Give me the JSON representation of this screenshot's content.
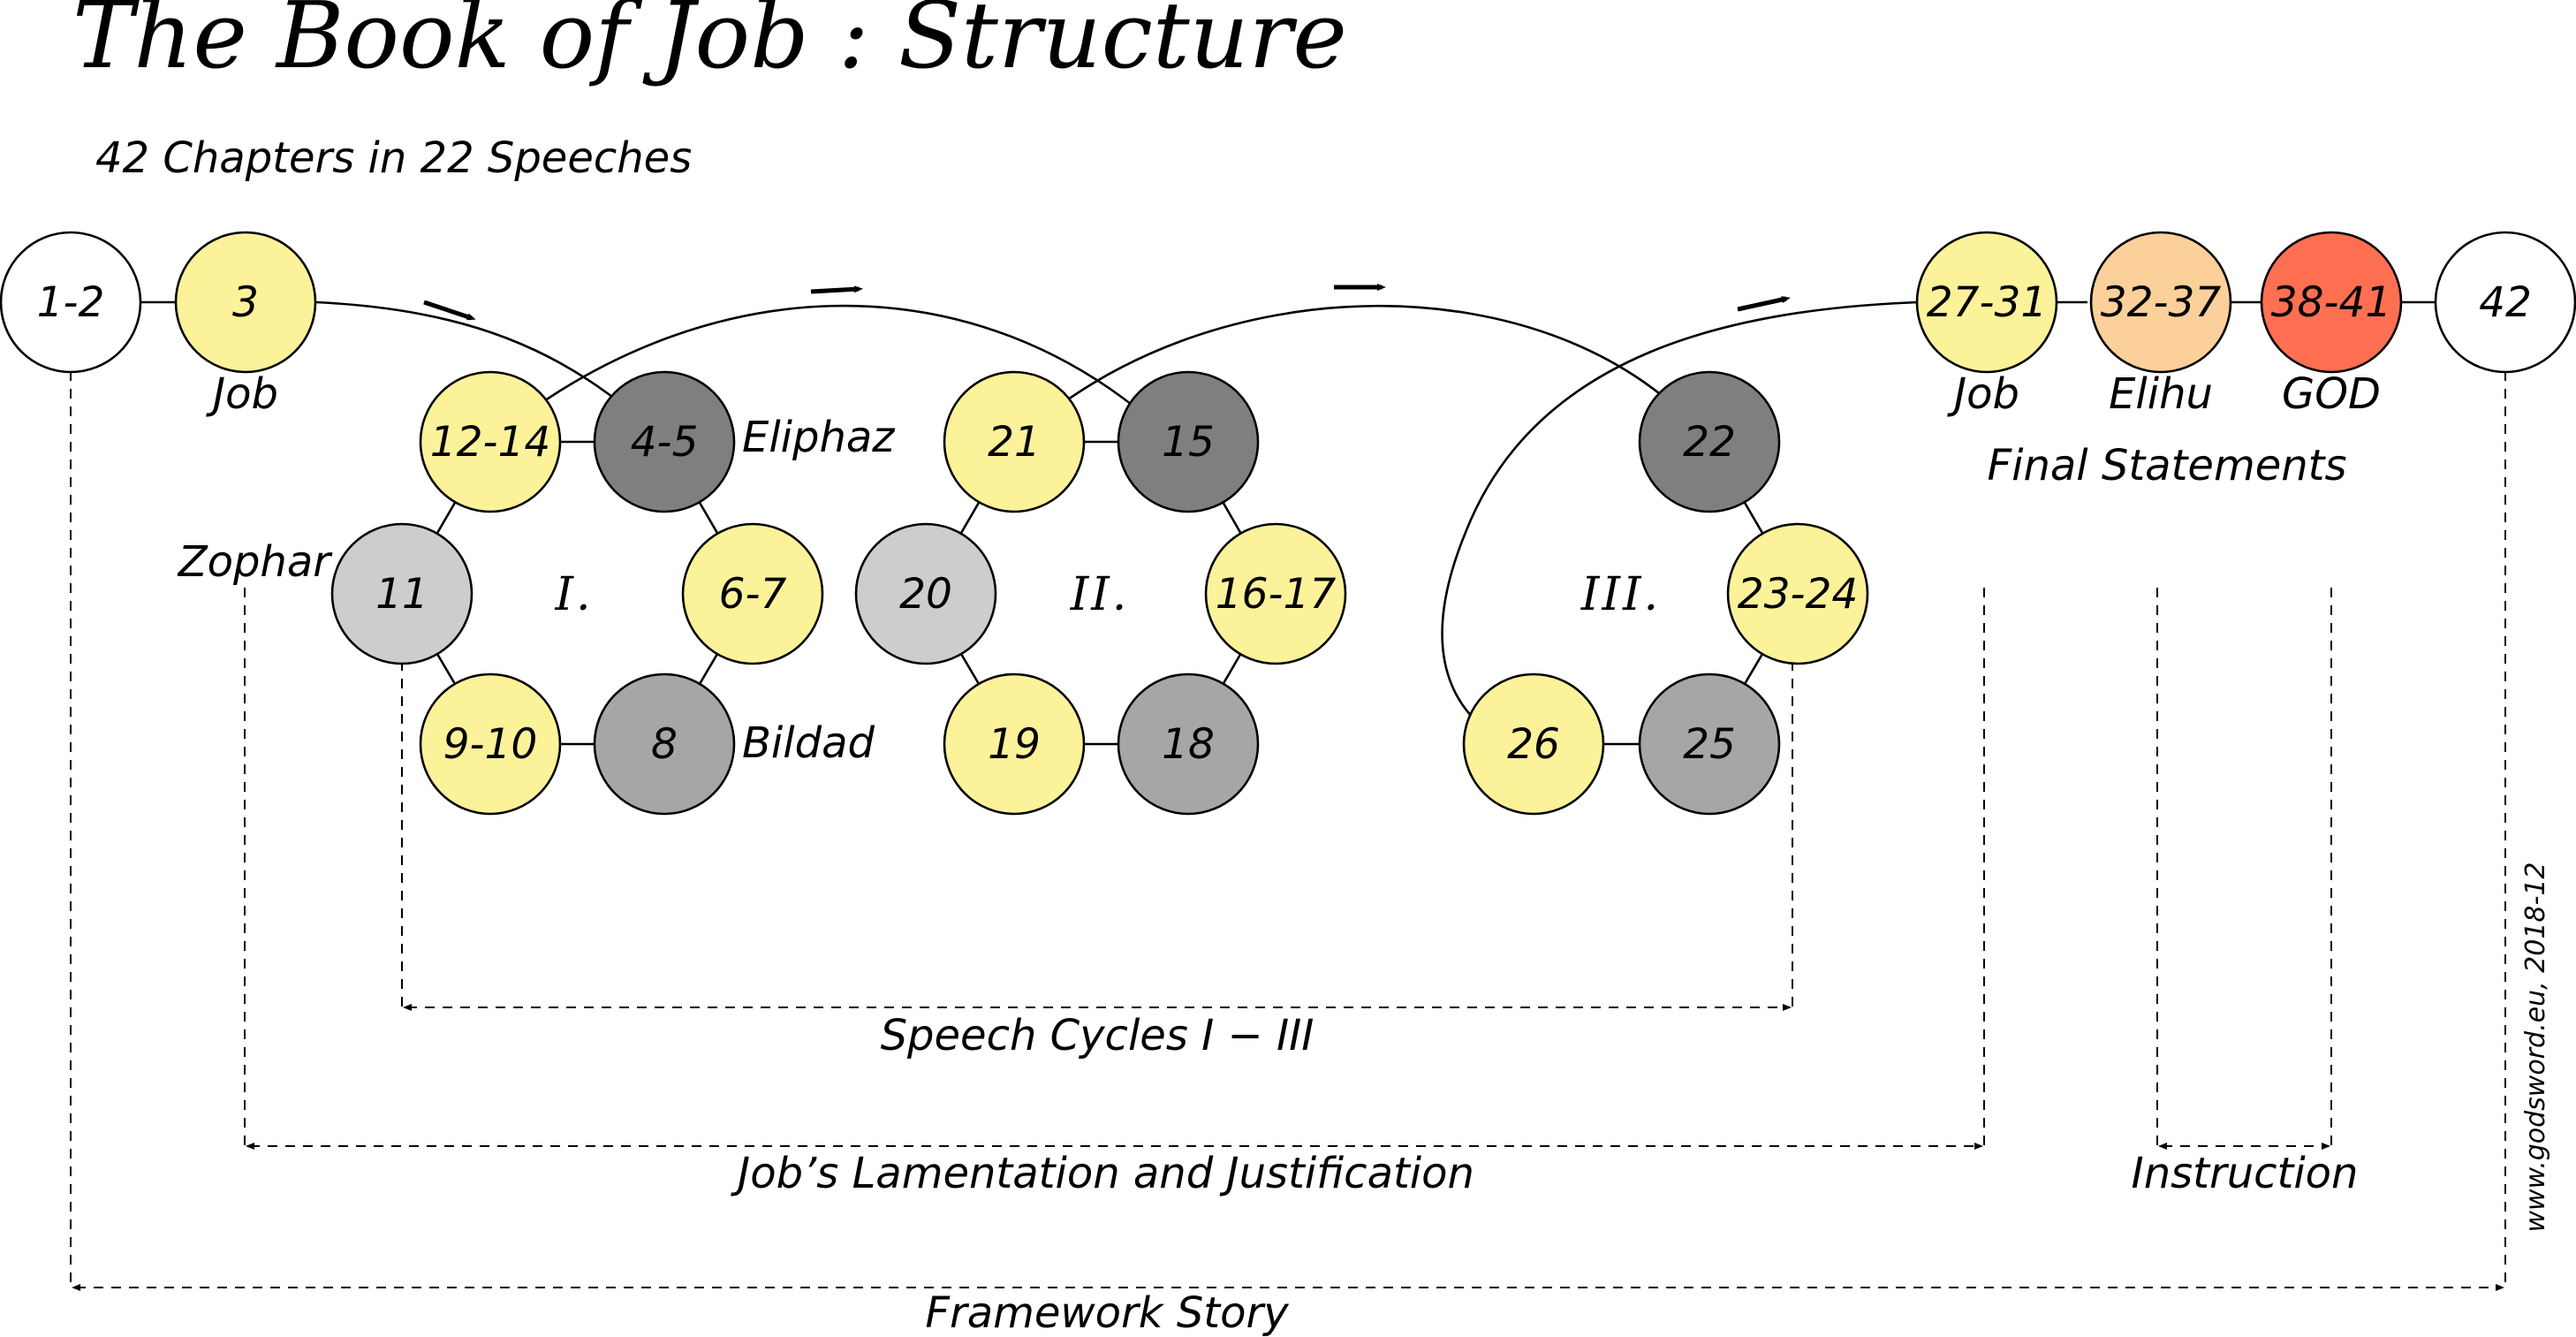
{
  "title": "The Book of Job : Structure",
  "subtitle": "42 Chapters in 22 Speeches",
  "credit": "www.godsword.eu, 2018-12",
  "colors": {
    "job": "#fbf29a",
    "eliphaz": "#7f7f7f",
    "bildad": "#a6a6a6",
    "zophar": "#cdcdcd",
    "elihu": "#fcd09a",
    "god": "#ff6f52",
    "framework": "#ffffff"
  },
  "nodes": [
    {
      "id": "n1-2",
      "label": "1-2",
      "fill": "framework"
    },
    {
      "id": "n3",
      "label": "3",
      "fill": "job"
    },
    {
      "id": "n4-5",
      "label": "4-5",
      "fill": "eliphaz"
    },
    {
      "id": "n6-7",
      "label": "6-7",
      "fill": "job"
    },
    {
      "id": "n8",
      "label": "8",
      "fill": "bildad"
    },
    {
      "id": "n9-10",
      "label": "9-10",
      "fill": "job"
    },
    {
      "id": "n11",
      "label": "11",
      "fill": "zophar"
    },
    {
      "id": "n12-14",
      "label": "12-14",
      "fill": "job"
    },
    {
      "id": "n15",
      "label": "15",
      "fill": "eliphaz"
    },
    {
      "id": "n16-17",
      "label": "16-17",
      "fill": "job"
    },
    {
      "id": "n18",
      "label": "18",
      "fill": "bildad"
    },
    {
      "id": "n19",
      "label": "19",
      "fill": "job"
    },
    {
      "id": "n20",
      "label": "20",
      "fill": "zophar"
    },
    {
      "id": "n21",
      "label": "21",
      "fill": "job"
    },
    {
      "id": "n22",
      "label": "22",
      "fill": "eliphaz"
    },
    {
      "id": "n23-24",
      "label": "23-24",
      "fill": "job"
    },
    {
      "id": "n25",
      "label": "25",
      "fill": "bildad"
    },
    {
      "id": "n26",
      "label": "26",
      "fill": "job"
    },
    {
      "id": "n27-31",
      "label": "27-31",
      "fill": "job"
    },
    {
      "id": "n32-37",
      "label": "32-37",
      "fill": "elihu"
    },
    {
      "id": "n38-41",
      "label": "38-41",
      "fill": "god"
    },
    {
      "id": "n42",
      "label": "42",
      "fill": "framework"
    }
  ],
  "speakers": {
    "job_top": "Job",
    "eliphaz": "Eliphaz",
    "bildad": "Bildad",
    "zophar": "Zophar",
    "job_final": "Job",
    "elihu": "Elihu",
    "god": "GOD"
  },
  "final_statements": "Final Statements",
  "cycles": [
    "I.",
    "II.",
    "III."
  ],
  "ranges": {
    "speech_cycles": "Speech Cycles I − III",
    "lamentation": "Job’s Lamentation and Justification",
    "instruction": "Instruction",
    "framework": "Framework Story"
  }
}
